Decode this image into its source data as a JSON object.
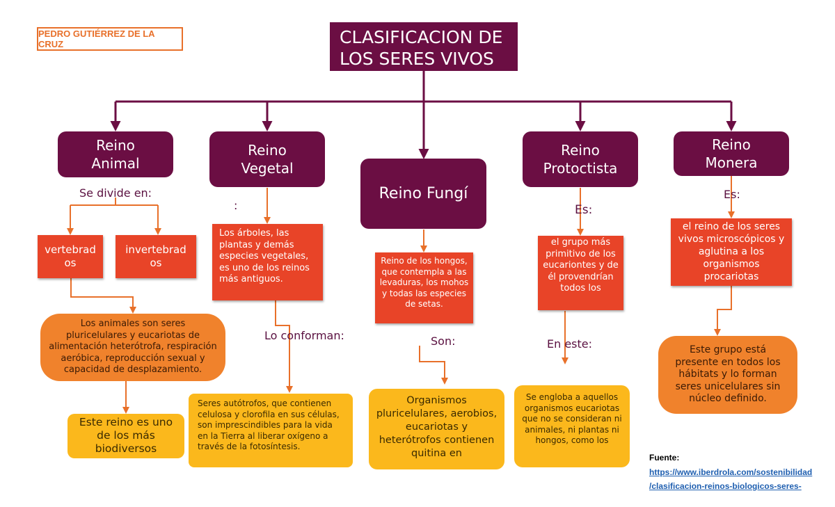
{
  "author": "PEDRO GUTIÉRREZ DE LA CRUZ",
  "title": "CLASIFICACION DE\nLOS SERES VIVOS",
  "colors": {
    "kingdom": "#6b0e43",
    "red_box": "#e84428",
    "orange_box": "#f0822c",
    "yellow_box": "#fbb81c",
    "connector_purple": "#6b0e43",
    "connector_orange": "#e8702a",
    "link": "#1f5fb0"
  },
  "kingdoms": {
    "animal": {
      "name": "Reino\nAnimal",
      "connector": "Se divide en:",
      "branches": [
        "vertebrad\nos",
        "invertebrad\nos"
      ],
      "description": "Los animales son seres pluricelulares y eucariotas de alimentación heterótrofa, respiración aeróbica, reproducción sexual y capacidad de desplazamiento.",
      "note": "Este reino es uno de los más biodiversos"
    },
    "vegetal": {
      "name": "Reino\nVegetal",
      "connector": ":",
      "description": "Los árboles, las plantas y demás especies vegetales, es uno de los reinos más antiguos.",
      "connector2": "Lo conforman:",
      "detail": "Seres autótrofos, que contienen celulosa y clorofila en sus células, son imprescindibles para la vida en la Tierra al liberar oxígeno a través de la fotosíntesis."
    },
    "fungi": {
      "name": "Reino Fungí",
      "description": "Reino de los hongos, que contempla a las levaduras, los mohos y todas las especies de setas.",
      "connector": "Son:",
      "detail": "Organismos pluricelulares, aerobios, eucariotas y heterótrofos contienen quitina en"
    },
    "protoctista": {
      "name": "Reino\nProtoctista",
      "connector": "Es:",
      "description": "el grupo más primitivo de los eucariontes y de él provendrían todos los",
      "connector2": "En este:",
      "detail": "Se engloba a aquellos organismos eucariotas que no se consideran ni animales, ni plantas ni hongos, como los"
    },
    "monera": {
      "name": "Reino\nMonera",
      "connector": "Es:",
      "description": "el reino de los seres vivos microscópicos y aglutina a los organismos procariotas",
      "detail": "Este grupo está presente en todos los hábitats y lo forman seres unicelulares sin núcleo definido."
    }
  },
  "source": {
    "label": "Fuente:",
    "url_line1": "https://www.iberdrola.com/sostenibilidad",
    "url_line2": "/clasificacion-reinos-biologicos-seres-"
  }
}
